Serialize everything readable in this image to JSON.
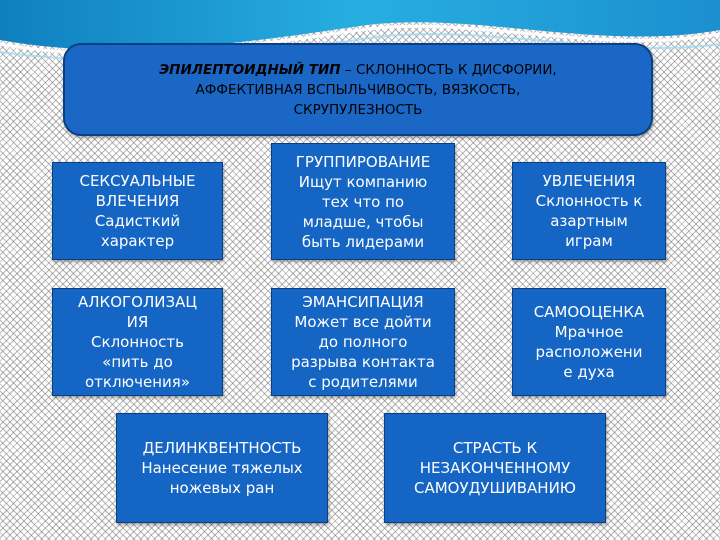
{
  "theme": {
    "box_color": "#1565c4",
    "band_color": "#1b9bd6",
    "text_color": "#ffffff"
  },
  "header": {
    "title": "ЭПИЛЕПТОИДНЫЙ ТИП",
    "text_after_title": " – СКЛОННОСТЬ К ДИСФОРИИ,",
    "line2": "АФФЕКТИВНАЯ ВСПЫЛЬЧИВОСТЬ, ВЯЗКОСТЬ,",
    "line3": "СКРУПУЛЕЗНОСТЬ"
  },
  "boxes": [
    {
      "lines": [
        "СЕКСУАЛЬНЫЕ",
        "ВЛЕЧЕНИЯ",
        "Садисткий",
        "характер"
      ]
    },
    {
      "lines": [
        "ГРУППИРОВАНИЕ",
        "Ищут компанию",
        "тех что по",
        "младше, чтобы",
        "быть лидерами"
      ]
    },
    {
      "lines": [
        "УВЛЕЧЕНИЯ",
        "Склонность к",
        "азартным",
        "играм"
      ]
    },
    {
      "lines": [
        "АЛКОГОЛИЗАЦ",
        "ИЯ",
        "Склонность",
        "«пить до",
        "отключения»"
      ]
    },
    {
      "lines": [
        "ЭМАНСИПАЦИЯ",
        "Может все дойти",
        "до полного",
        "разрыва контакта",
        "с родителями"
      ]
    },
    {
      "lines": [
        "САМООЦЕНКА",
        "Мрачное",
        "расположени",
        "е духа"
      ]
    },
    {
      "lines": [
        "ДЕЛИНКВЕНТНОСТЬ",
        "Нанесение тяжелых",
        "ножевых ран"
      ]
    },
    {
      "lines": [
        "СТРАСТЬ К",
        "НЕЗАКОНЧЕННОМУ",
        "САМОУДУШИВАНИЮ"
      ]
    }
  ]
}
